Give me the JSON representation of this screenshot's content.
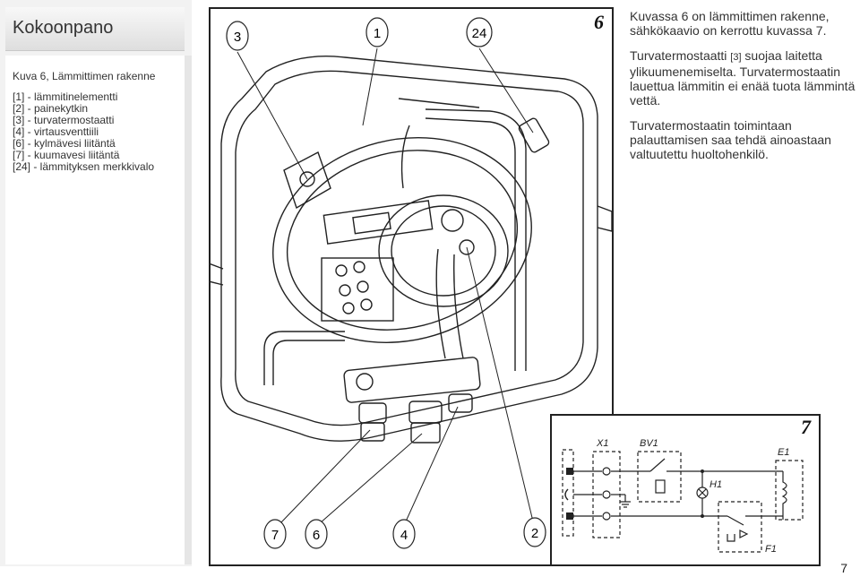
{
  "sidebar": {
    "title": "Kokoonpano",
    "caption": "Kuva 6, Lämmittimen rakenne",
    "legend": [
      "[1] - lämmitinelementti",
      "[2] - painekytkin",
      "[3] - turvatermostaatti",
      "[4] - virtausventtiili",
      "[6] - kylmävesi liitäntä",
      "[7] - kuumavesi liitäntä",
      "[24] - lämmityksen merkkivalo"
    ]
  },
  "figure6": {
    "number": "6",
    "callouts_top": [
      "3",
      "1",
      "24"
    ],
    "callouts_bottom": [
      "7",
      "6",
      "4",
      "2"
    ]
  },
  "figure7": {
    "number": "7",
    "labels": {
      "x1": "X1",
      "bv1": "BV1",
      "e1": "E1",
      "h1": "H1",
      "f1": "F1"
    }
  },
  "text": {
    "p1": "Kuvassa 6 on lämmittimen rakenne, sähkökaavio on kerrottu kuvassa 7.",
    "p2_before": "Turvatermostaatti ",
    "p2_ref": "[3]",
    "p2_after": " suojaa laitetta ylikuumenemiselta. Turvatermostaatin lauettua lämmitin ei enää tuota lämmintä vettä.",
    "p3": "Turvatermostaatin toimintaan palauttamisen saa tehdä ainoastaan valtuutettu huoltohenkilö."
  },
  "page_number": "7"
}
